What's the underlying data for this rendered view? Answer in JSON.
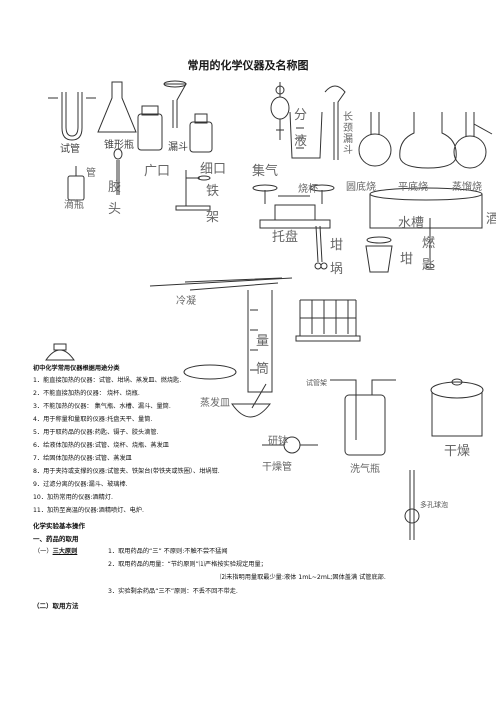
{
  "title": "常用的化学仪器及名称图",
  "apparatus_labels": {
    "test_tube": "试管",
    "erlenmeyer": "锥形瓶",
    "funnel": "漏斗",
    "sep_funnel_1": "分",
    "sep_funnel_2": "液",
    "long_funnel": "长颈漏斗",
    "tube_small": "管",
    "dropper_1": "胶",
    "dropper_2": "头",
    "wide_bottle": "广口",
    "narrow_bottle": "细口",
    "gas_jar": "集气",
    "beaker": "烧杯",
    "rbflask": "圆底烧",
    "flat_flask": "平底烧",
    "distill_flask": "蒸馏烧",
    "iron_1": "铁",
    "iron_2": "架",
    "dropper_bottle": "滴瓶",
    "balance": "托盘",
    "tongs_1": "坩",
    "tongs_2": "埚",
    "water_trough": "水槽",
    "crucible": "坩",
    "burner_1": "燃",
    "burner_2": "匙",
    "condenser": "冷凝",
    "cylinder_1": "量",
    "cylinder_2": "筒",
    "evap_dish": "蒸发皿",
    "mortar": "研钵",
    "drying_tube": "干燥管",
    "wash_bottle": "洗气瓶",
    "desiccator": "干燥",
    "porous_bulb": "多孔球泡",
    "tube_rack": "试管架",
    "edge_right": "酒"
  },
  "section_intro": "初中化学常用仪器根据用途分类",
  "classification": [
    "1．能直接加热的仪器：试管、坩埚、蒸发皿、燃烧匙.",
    "2．不能直接加热的仪器：  烧杯、烧瓶.",
    "3．不能加热的仪器：  集气瓶、水槽、漏斗、量筒.",
    "4．用于称量和量取的仪器:托盘天平、量筒.",
    "5．用于取药品的仪器:药匙、镊子、胶头滴管.",
    "6．给液体加热的仪器:试管、烧杯、烧瓶、蒸发皿",
    "7．给固体加热的仪器:试管、蒸发皿",
    "8．用于夹持或支撑的仪器:试管夹、铁架台(带铁夹或铁圈）、坩埚钳.",
    "9．过滤分离的仪器:漏斗、玻璃棒.",
    "10．加热常用的仪器:酒精灯.",
    "11．加热至高温的仪器:酒精喷灯、电炉."
  ],
  "basics_heading": "化学实验基本操作",
  "section1": "一、药品的取用",
  "subsection1_prefix": "（一）",
  "subsection1_title": "三大原则",
  "rule1": "1．取用药品的“三”  不原则:不触不尝不猛闻",
  "rule2": "2．取用药品的用量：“节约原则”⑴严格按实验规定用量；",
  "rule2b": "⑵未指明用量取最少量:液体 1mL~2mL;固体盖满  试管底部.",
  "rule3": "3．实验剩余药品“三不”原则：不丢不回不带走.",
  "subsection2": "（二）取用方法"
}
